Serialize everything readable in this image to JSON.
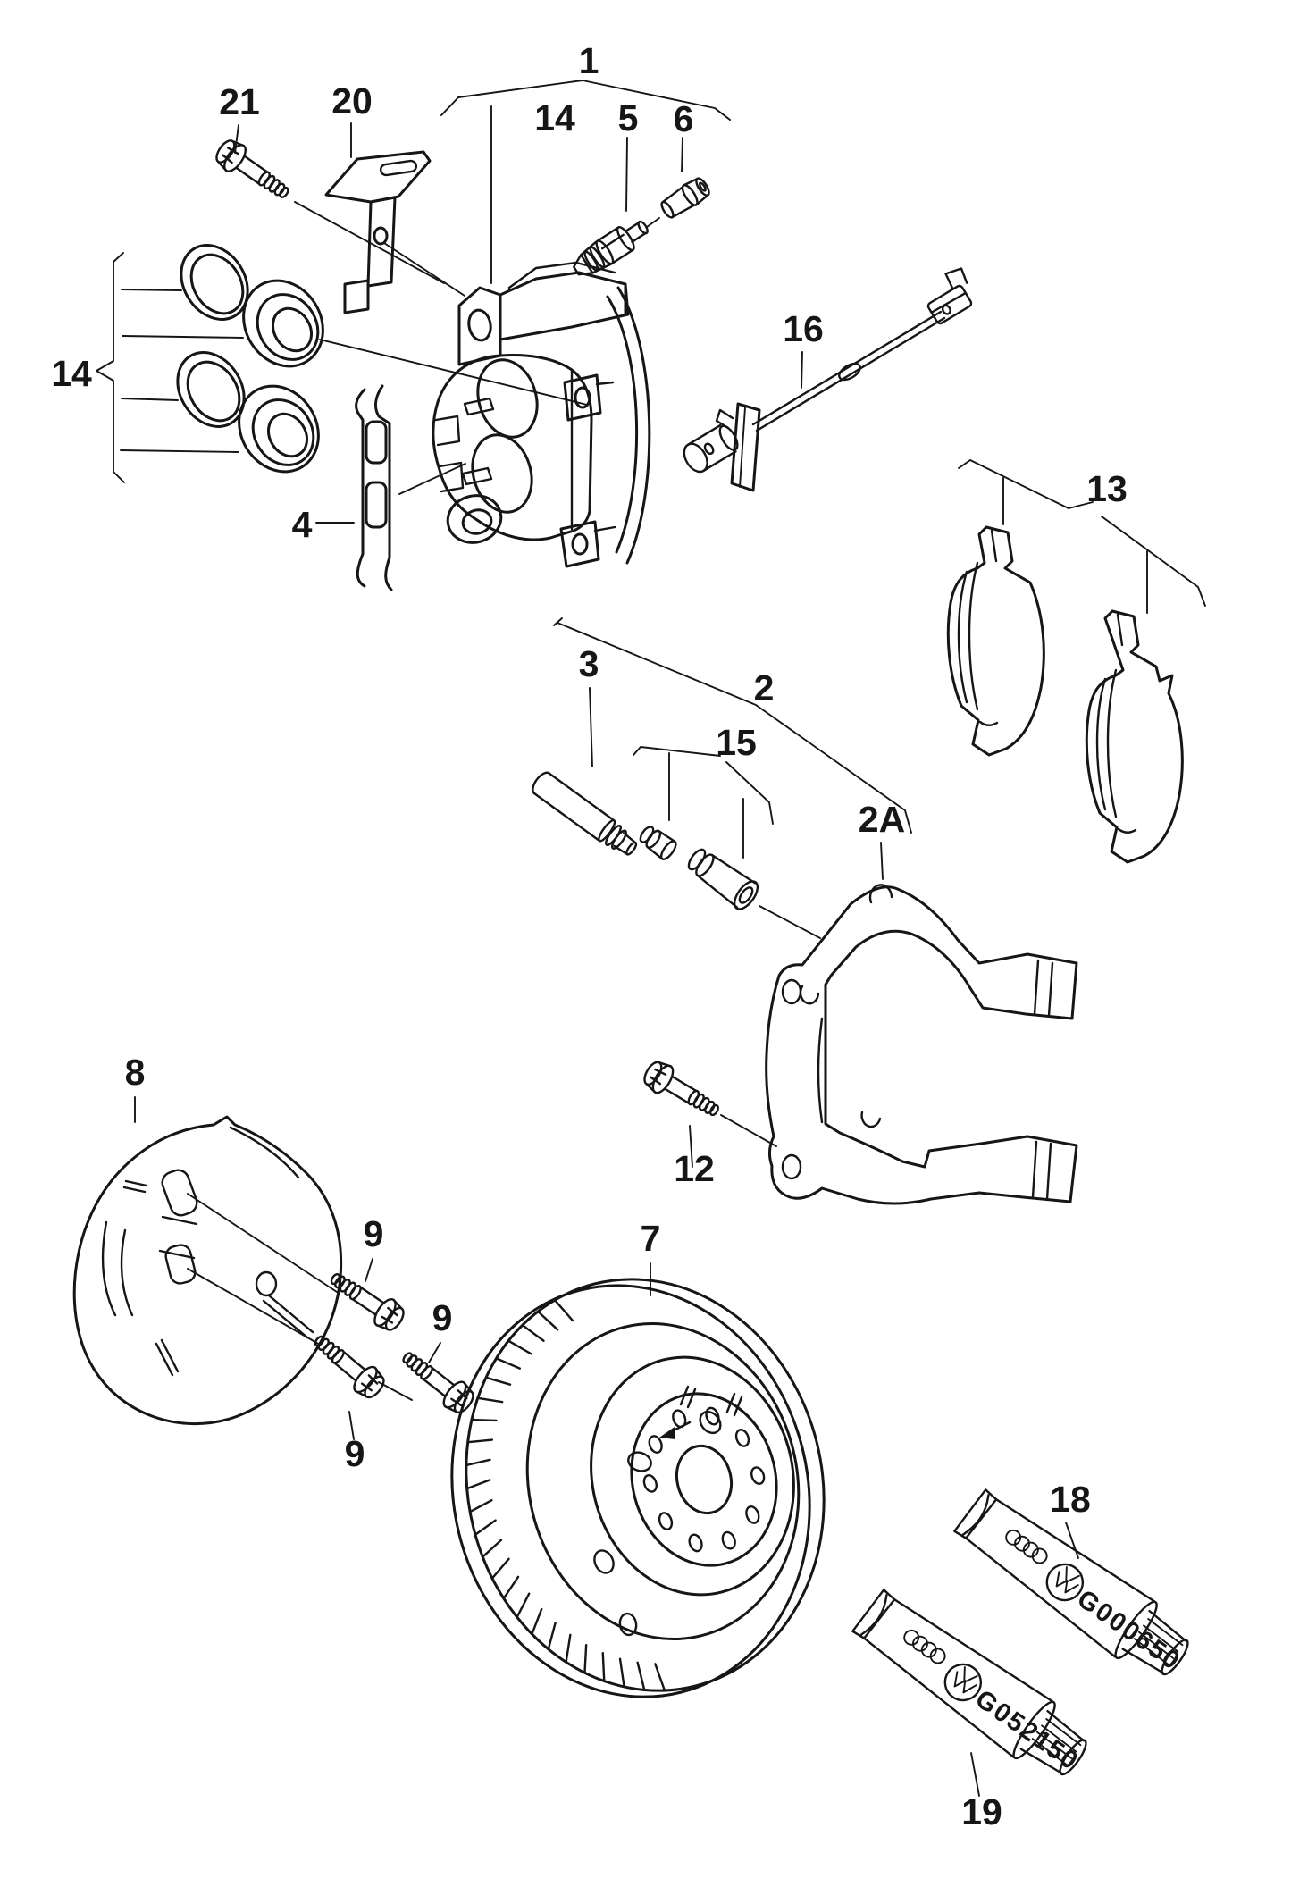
{
  "diagram": {
    "background": "#ffffff",
    "line_color": "#161616",
    "callouts": {
      "c1": "1",
      "c14_top": "14",
      "c5": "5",
      "c6": "6",
      "c21": "21",
      "c20": "20",
      "c14_left": "14",
      "c4": "4",
      "c16": "16",
      "c13": "13",
      "c3": "3",
      "c2": "2",
      "c15": "15",
      "c2a": "2A",
      "c12": "12",
      "c8": "8",
      "c9a": "9",
      "c9b": "9",
      "c9c": "9",
      "c7": "7",
      "c18": "18",
      "c19": "19"
    },
    "tubes": {
      "tube18_code": "G000650",
      "tube19_code": "G052150"
    }
  }
}
